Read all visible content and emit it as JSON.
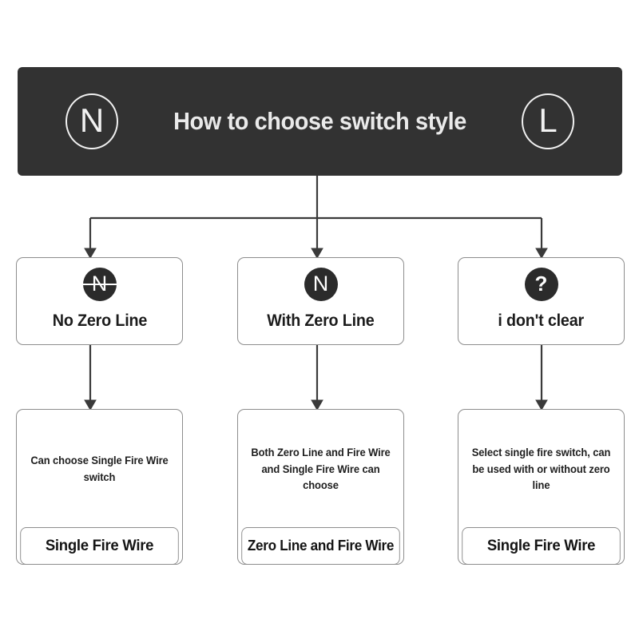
{
  "header": {
    "title": "How to choose switch style",
    "left_badge": "N",
    "left_badge_icon": "circle-n-outline-icon",
    "right_badge": "L",
    "right_badge_icon": "circle-l-outline-icon",
    "background_color": "#323232",
    "text_color": "#eaeaea"
  },
  "options": [
    {
      "id": "no-zero-line",
      "icon": "circle-n-struck-through-icon",
      "badge": "N",
      "label": "No Zero Line"
    },
    {
      "id": "with-zero-line",
      "icon": "circle-n-filled-icon",
      "badge": "N",
      "label": "With Zero Line"
    },
    {
      "id": "i-dont-clear",
      "icon": "circle-question-mark-icon",
      "badge": "?",
      "label": "i don't clear"
    }
  ],
  "results": [
    {
      "id": "result-no-zero-line",
      "description": "Can choose Single Fire Wire switch",
      "tag": "Single Fire Wire"
    },
    {
      "id": "result-with-zero-line",
      "description": "Both Zero Line and Fire Wire and Single Fire Wire can choose",
      "tag": "Zero Line and Fire Wire"
    },
    {
      "id": "result-i-dont-clear",
      "description": "Select single fire switch, can be used with or without zero line",
      "tag": "Single Fire Wire"
    }
  ],
  "connectors": {
    "stroke_color": "#3a3a3a",
    "arrow_count": 6
  },
  "theme": {
    "page_background": "#ffffff",
    "box_border": "#8d8d8d",
    "badge_fill": "#2b2b2b",
    "text_color": "#1c1c1c"
  }
}
